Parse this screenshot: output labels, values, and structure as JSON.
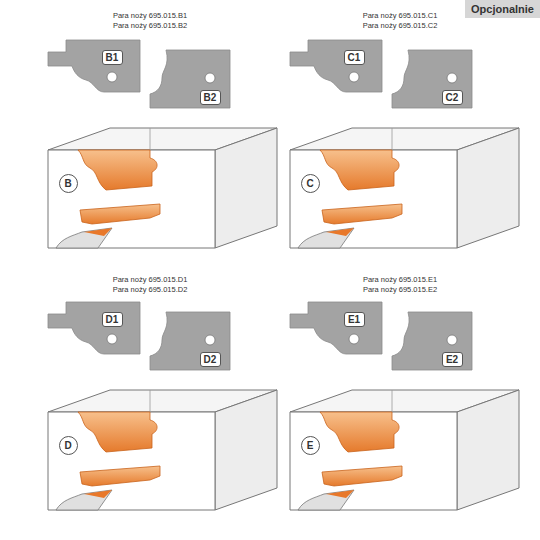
{
  "diagram": {
    "nodes": [
      {
        "text": [
          "Opcjonalnie"
        ]
      },
      {
        "text": [
          "B1"
        ]
      },
      {
        "text": [
          "B2"
        ]
      },
      {
        "text": [
          "B"
        ]
      },
      {
        "text": [
          "C1"
        ]
      },
      {
        "text": [
          "C2"
        ]
      },
      {
        "text": [
          "C"
        ]
      },
      {
        "text": [
          "D1"
        ]
      },
      {
        "text": [
          "D2"
        ]
      },
      {
        "text": [
          "D"
        ]
      },
      {
        "text": [
          "E1"
        ]
      },
      {
        "text": [
          "E2"
        ]
      },
      {
        "text": [
          "E"
        ]
      }
    ],
    "labels": [
      "Para noży 695.015.B1",
      "Para noży 695.015.B2",
      "Para noży 695.015.C1",
      "Para noży 695.015.C2",
      "Para noży 695.015.D1",
      "Para noży 695.015.D2",
      "Para noży 695.015.E1",
      "Para noży 695.015.E2"
    ]
  }
}
